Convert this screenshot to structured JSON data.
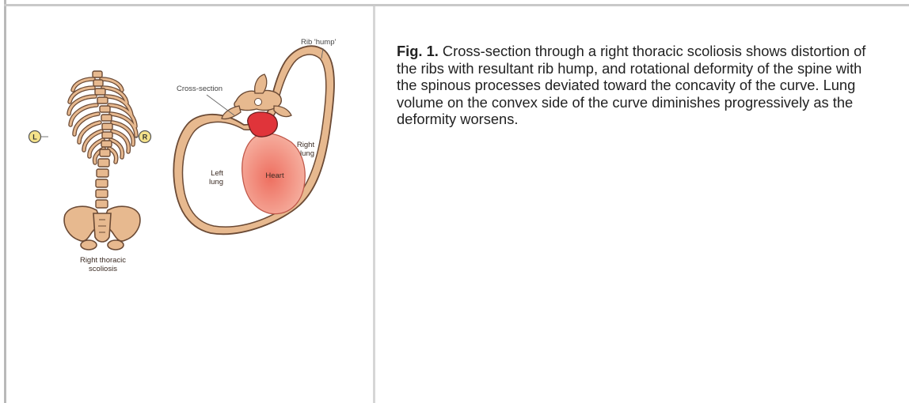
{
  "figure": {
    "label_cross_section": "Cross-section",
    "label_rib_hump": "Rib 'hump'",
    "label_right_lung_line1": "Right",
    "label_right_lung_line2": "lung",
    "label_left_lung_line1": "Left",
    "label_left_lung_line2": "lung",
    "label_heart": "Heart",
    "label_spine_line1": "Right thoracic",
    "label_spine_line2": "scoliosis",
    "marker_left": "L",
    "marker_right": "R"
  },
  "caption": {
    "figure_label": "Fig. 1.",
    "text": "Cross-section through a right thoracic scoliosis shows distortion of the ribs with resultant rib hump, and rotational deformity of the spine with the spinous processes deviated toward the concavity of the curve. Lung volume on the convex side of the curve diminishes progressively as the deformity worsens."
  },
  "colors": {
    "bone": "#e7b98f",
    "bone_outline": "#6b4a35",
    "heart": "#f3a08e",
    "heart_center": "#ef6e5f",
    "vertebra_red": "#e0343a",
    "marker_fill": "#f5e28a"
  }
}
